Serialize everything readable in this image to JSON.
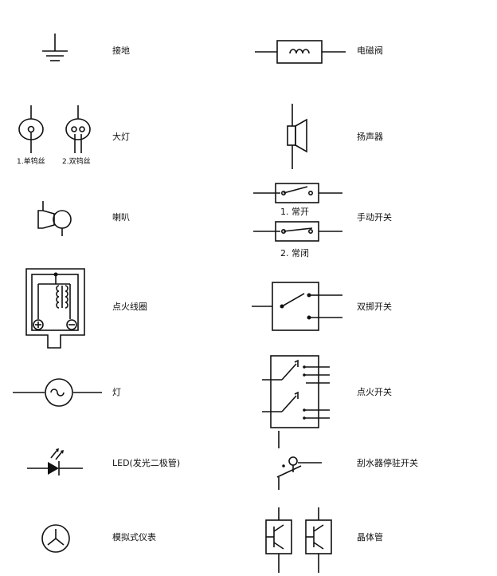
{
  "symbols": [
    {
      "id": "ground",
      "label": "接地"
    },
    {
      "id": "solenoid-valve",
      "label": "电磁阀"
    },
    {
      "id": "headlamp",
      "label": "大灯",
      "sub_labels": [
        "1.单钨丝",
        "2.双钨丝"
      ]
    },
    {
      "id": "loudspeaker",
      "label": "扬声器"
    },
    {
      "id": "horn",
      "label": "喇叭"
    },
    {
      "id": "manual-switch",
      "label": "手动开关",
      "sub_labels": [
        "1. 常开",
        "2. 常闭"
      ]
    },
    {
      "id": "ignition-coil",
      "label": "点火线圈"
    },
    {
      "id": "double-throw-switch",
      "label": "双掷开关"
    },
    {
      "id": "lamp",
      "label": "灯"
    },
    {
      "id": "ignition-switch",
      "label": "点火开关"
    },
    {
      "id": "led",
      "label": "LED(发光二极管)"
    },
    {
      "id": "wiper-park-switch",
      "label": "刮水器停驻开关"
    },
    {
      "id": "analog-meter",
      "label": "模拟式仪表"
    },
    {
      "id": "transistor",
      "label": "晶体管"
    }
  ]
}
